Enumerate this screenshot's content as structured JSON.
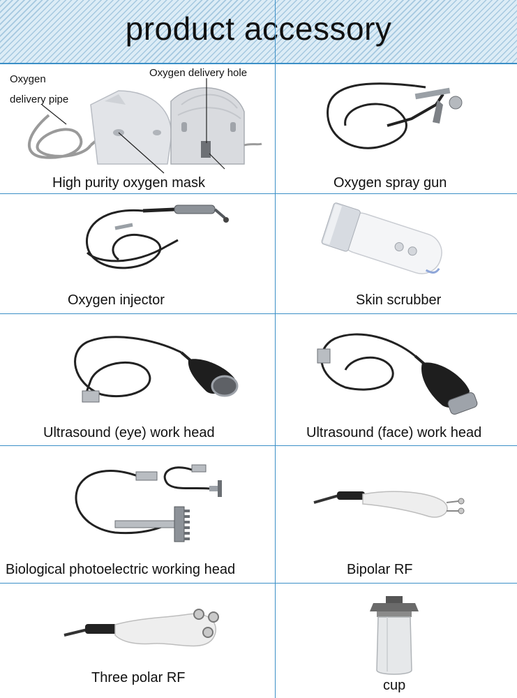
{
  "title": "product accessory",
  "items": [
    {
      "label": "High purity oxygen mask",
      "notes": [
        "Oxygen",
        "delivery pipe",
        "Oxygen delivery hole"
      ]
    },
    {
      "label": "Oxygen spray gun"
    },
    {
      "label": "Oxygen injector"
    },
    {
      "label": "Skin scrubber"
    },
    {
      "label": "Ultrasound (eye) work head"
    },
    {
      "label": "Ultrasound (face) work head"
    },
    {
      "label": "Biological photoelectric working head"
    },
    {
      "label": "Bipolar RF"
    },
    {
      "label": "Three polar RF"
    },
    {
      "label": "cup"
    }
  ]
}
